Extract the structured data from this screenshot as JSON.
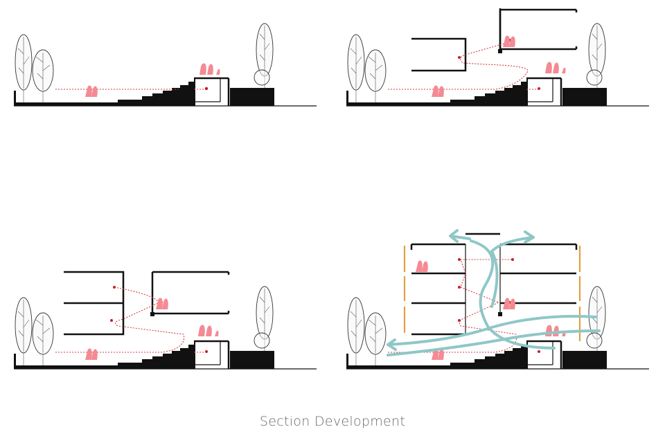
{
  "caption": "Section Development",
  "colors": {
    "structure": "#111111",
    "circulation_path": "#d9373f",
    "people": "#f48a94",
    "airflow": "#8fc7c7",
    "screen": "#e0a040"
  },
  "panels": [
    {
      "id": "section-1"
    },
    {
      "id": "section-2"
    },
    {
      "id": "section-3"
    },
    {
      "id": "section-4"
    }
  ]
}
